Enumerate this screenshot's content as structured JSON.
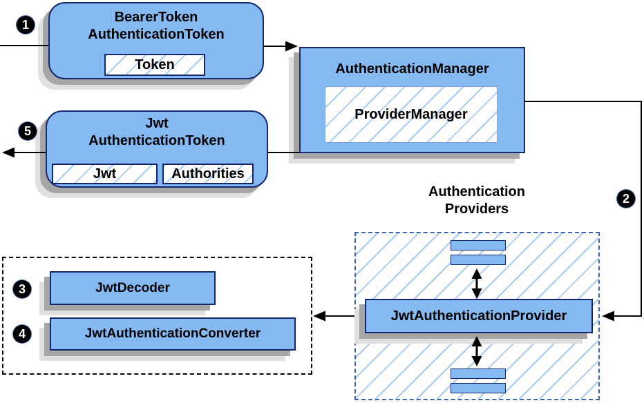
{
  "flow": {
    "badges": [
      {
        "label": "1"
      },
      {
        "label": "2"
      },
      {
        "label": "3"
      },
      {
        "label": "4"
      },
      {
        "label": "5"
      }
    ]
  },
  "bearer_token_box": {
    "title_line1": "BearerToken",
    "title_line2": "AuthenticationToken",
    "field_token": "Token"
  },
  "authentication_manager_box": {
    "title": "AuthenticationManager",
    "inner_provider_manager": "ProviderManager"
  },
  "jwt_token_box": {
    "title_line1": "Jwt",
    "title_line2": "AuthenticationToken",
    "field_jwt": "Jwt",
    "field_authorities": "Authorities"
  },
  "authentication_providers": {
    "label_line1": "Authentication",
    "label_line2": "Providers",
    "provider_box": "JwtAuthenticationProvider"
  },
  "jwt_support_boxes": {
    "decoder": "JwtDecoder",
    "converter": "JwtAuthenticationConverter"
  },
  "colors": {
    "box_fill": "#85b9f2",
    "box_border": "#14266e",
    "hatch_line": "#aacbf2",
    "dashed_blue_border": "#3c63ae",
    "dashed_black_border": "#000000",
    "shadow_dark": "#a6a6a6",
    "shadow_light": "#e0e0e0",
    "badge_background": "#000000",
    "badge_text": "#ffffff",
    "connector": "#000000"
  }
}
